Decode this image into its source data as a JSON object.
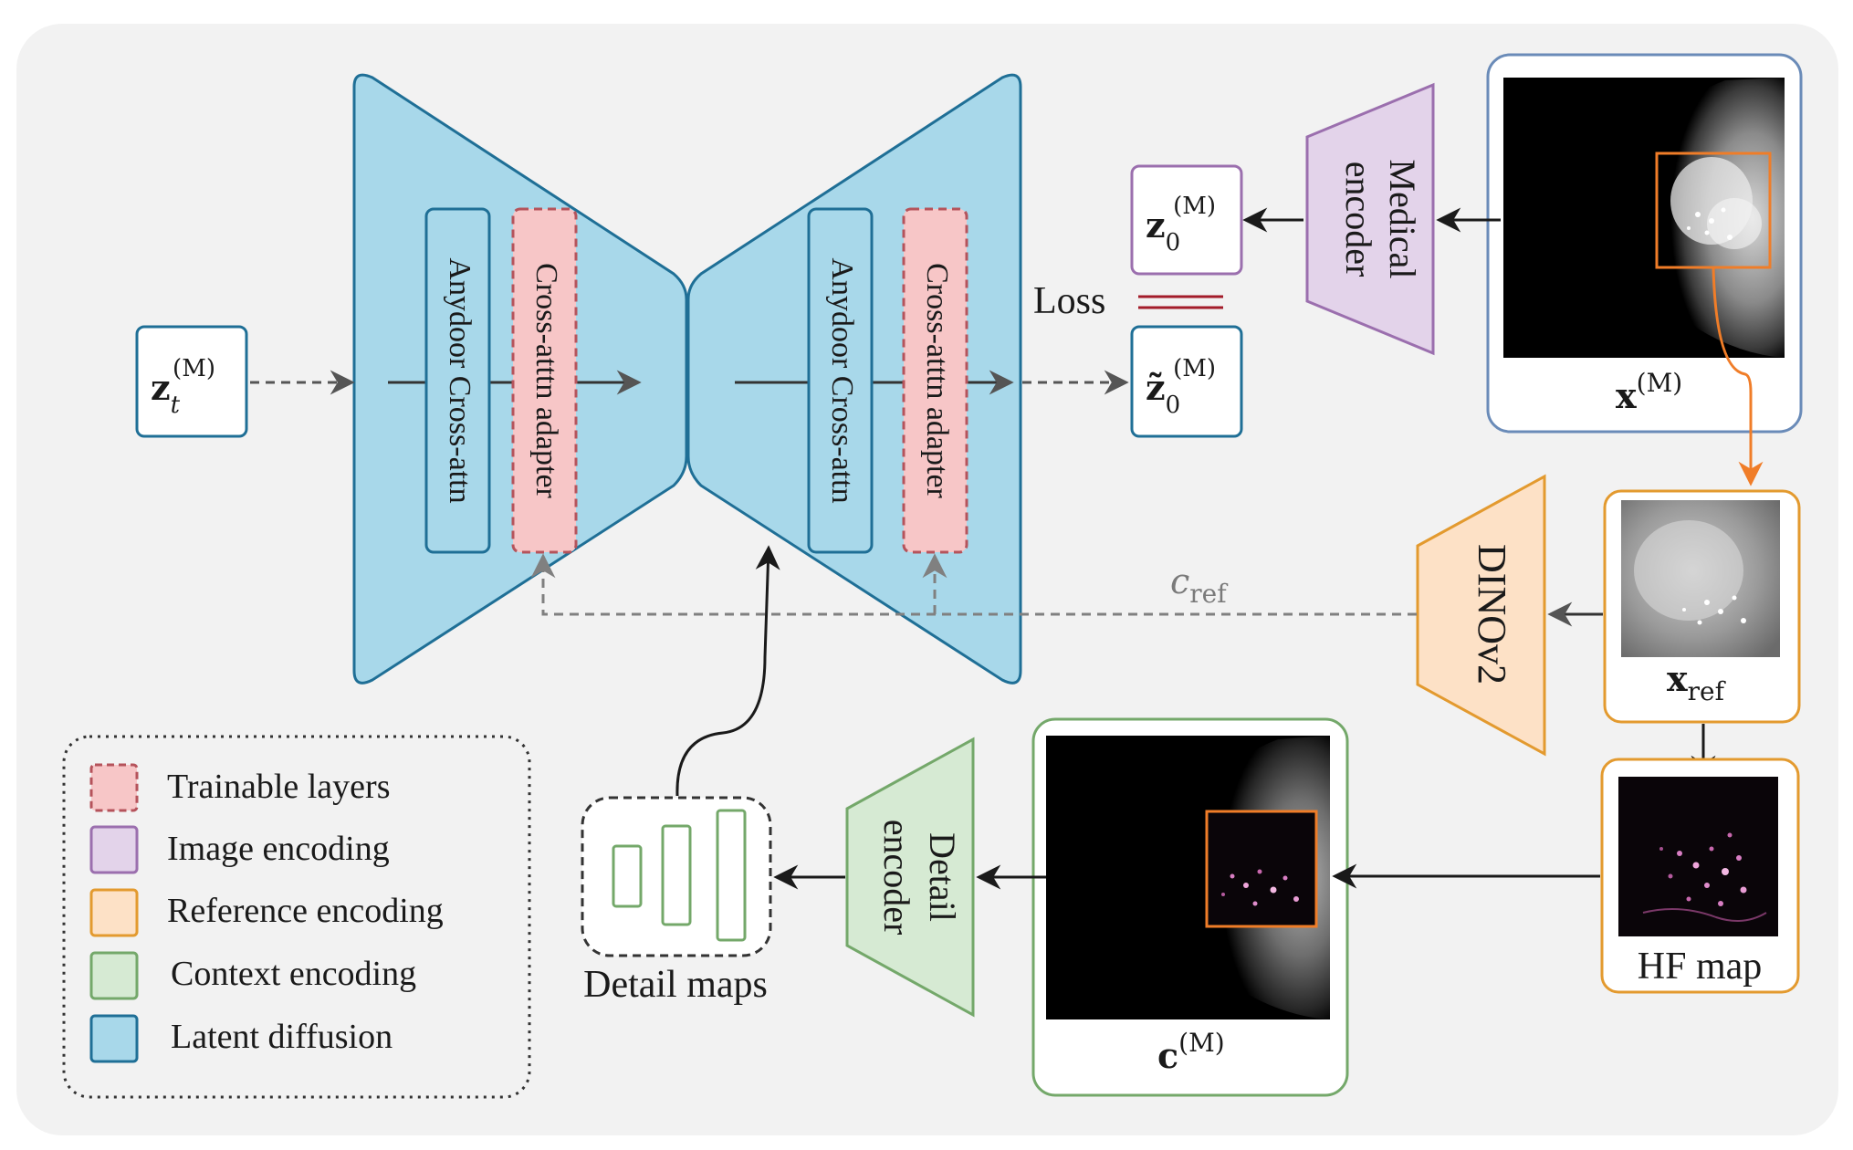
{
  "unet_down": {
    "block1_label": "Anydoor Cross-attn",
    "block2_label": "Cross-atttn adapter"
  },
  "unet_up": {
    "block1_label": "Anydoor Cross-attn",
    "block2_label": "Cross-atttn adapter"
  },
  "nodes": {
    "z_t": {
      "base": "z",
      "sub": "t",
      "sup": "(M)"
    },
    "z0": {
      "base": "z",
      "sub": "0",
      "sup": "(M)"
    },
    "z0_tilde": {
      "base": "z̃",
      "sub": "0",
      "sup": "(M)"
    },
    "x_m": {
      "base": "x",
      "sup": "(M)"
    },
    "x_ref": {
      "base": "x",
      "sub": "ref"
    },
    "c_m": {
      "base": "c",
      "sup": "(M)"
    },
    "c_ref": {
      "base": "c",
      "sub": "ref"
    }
  },
  "labels": {
    "loss": "Loss",
    "medical_encoder_line1": "Medical",
    "medical_encoder_line2": "encoder",
    "dinov2": "DINOv2",
    "detail_encoder_line1": "Detail",
    "detail_encoder_line2": "encoder",
    "detail_maps": "Detail maps",
    "hf_map": "HF map"
  },
  "legend": [
    {
      "label": "Trainable layers",
      "fill": "#f7c6c7",
      "stroke": "#b5535b",
      "dashed": true
    },
    {
      "label": "Image encoding",
      "fill": "#e3d3ea",
      "stroke": "#9b6fae",
      "dashed": false
    },
    {
      "label": "Reference encoding",
      "fill": "#fde1c6",
      "stroke": "#e39a2f",
      "dashed": false
    },
    {
      "label": "Context encoding",
      "fill": "#d6ead3",
      "stroke": "#74a86a",
      "dashed": false
    },
    {
      "label": "Latent diffusion",
      "fill": "#a8d8ea",
      "stroke": "#1f6f96",
      "dashed": false
    }
  ],
  "colors": {
    "latent": "#a8d8ea",
    "latent_stroke": "#1f6f96",
    "trainable": "#f7c6c7",
    "trainable_stroke": "#b5535b",
    "image_enc": "#e3d3ea",
    "image_enc_stroke": "#9b6fae",
    "ref_enc": "#fde1c6",
    "ref_enc_stroke": "#e39a2f",
    "context_enc": "#d6ead3",
    "context_enc_stroke": "#74a86a",
    "loss": "#a31c2a",
    "highlight_orange": "#f07d28",
    "x_frame": "#6a8bb8"
  }
}
